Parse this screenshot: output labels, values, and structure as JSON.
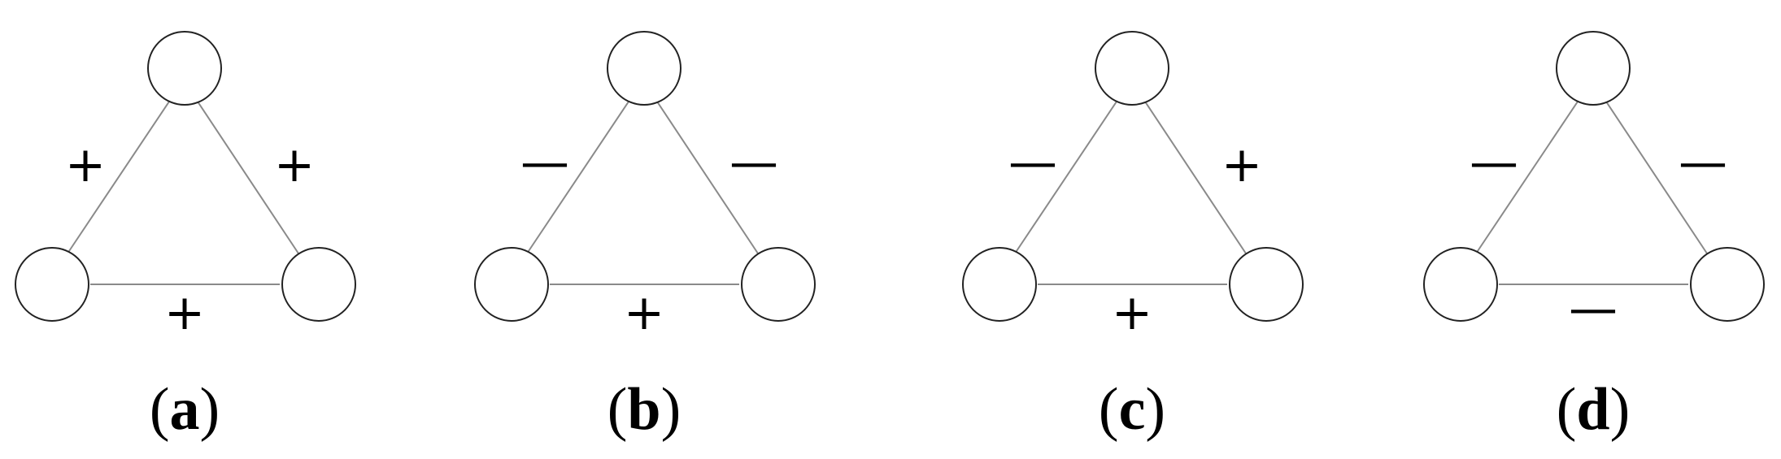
{
  "panels": [
    {
      "id": "a",
      "label": "a",
      "edges": {
        "left": "+",
        "right": "+",
        "bottom": "+"
      }
    },
    {
      "id": "b",
      "label": "b",
      "edges": {
        "left": "—",
        "right": "—",
        "bottom": "+"
      }
    },
    {
      "id": "c",
      "label": "c",
      "edges": {
        "left": "—",
        "right": "+",
        "bottom": "+"
      }
    },
    {
      "id": "d",
      "label": "d",
      "edges": {
        "left": "—",
        "right": "—",
        "bottom": "—"
      }
    }
  ],
  "label_punctuation": {
    "open": "(",
    "close": ")"
  }
}
